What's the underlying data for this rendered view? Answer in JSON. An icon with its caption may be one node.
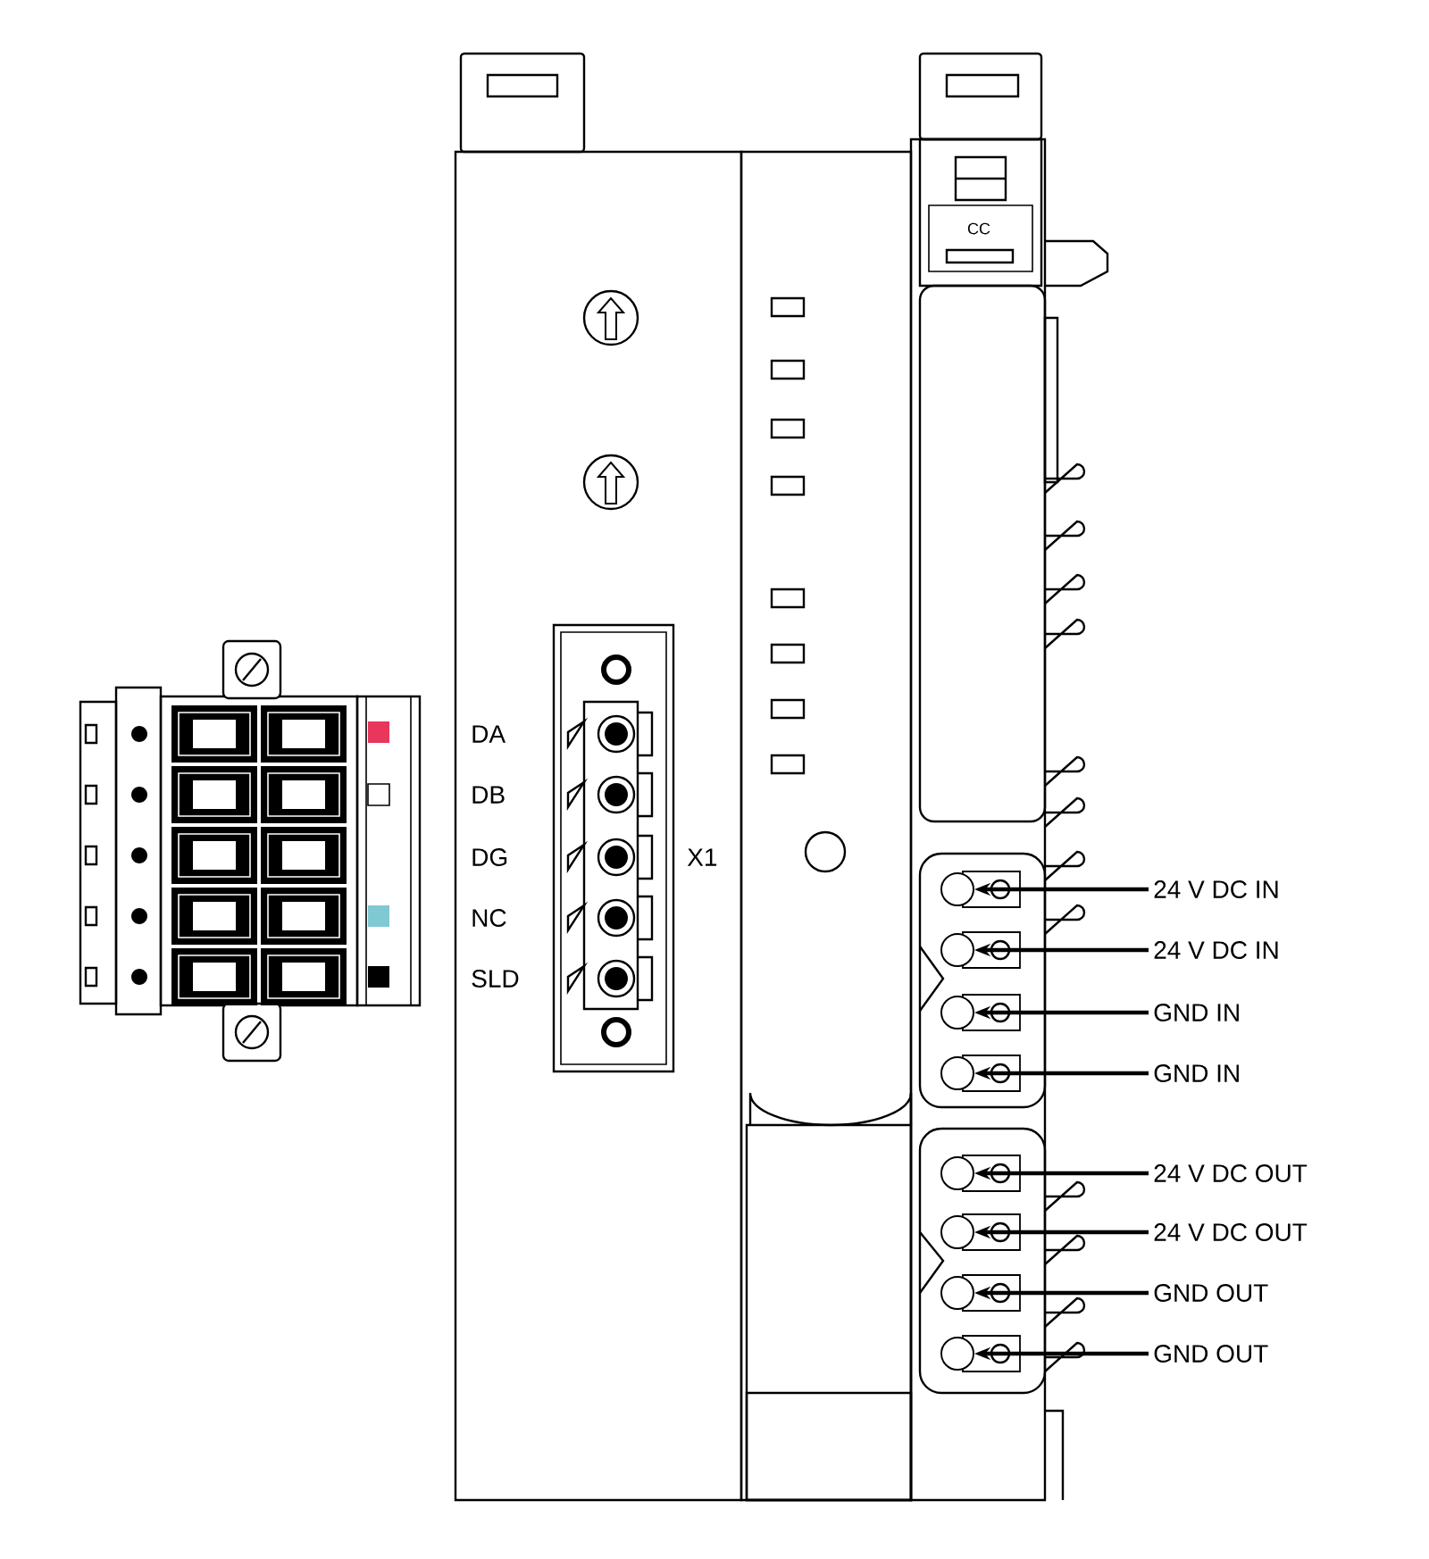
{
  "diagram": {
    "nodes": [
      {
        "text": [
          "24 V DC IN"
        ]
      },
      {
        "text": [
          "24 V DC IN"
        ]
      },
      {
        "text": [
          "GND IN"
        ]
      },
      {
        "text": [
          "GND IN"
        ]
      },
      {
        "text": [
          "24 V DC OUT"
        ]
      },
      {
        "text": [
          "24 V DC OUT"
        ]
      },
      {
        "text": [
          "GND OUT"
        ]
      },
      {
        "text": [
          "GND OUT"
        ]
      },
      {
        "text": [],
        "shape": "circle"
      },
      {
        "text": [],
        "shape": "circle"
      },
      {
        "text": [],
        "shape": "circle"
      },
      {
        "text": [],
        "shape": "circle"
      },
      {
        "text": [],
        "shape": "circle"
      },
      {
        "text": [],
        "shape": "circle"
      },
      {
        "text": [],
        "shape": "circle"
      },
      {
        "text": [],
        "shape": "circle"
      }
    ],
    "edges": [
      {
        "from": 0,
        "to": 8,
        "arrow": "to"
      },
      {
        "from": 1,
        "to": 9,
        "arrow": "to"
      },
      {
        "from": 2,
        "to": 10,
        "arrow": "to"
      },
      {
        "from": 3,
        "to": 11,
        "arrow": "to"
      },
      {
        "from": 4,
        "to": 12,
        "arrow": "to"
      },
      {
        "from": 5,
        "to": 13,
        "arrow": "to"
      },
      {
        "from": 6,
        "to": 14,
        "arrow": "to"
      },
      {
        "from": 7,
        "to": 15,
        "arrow": "to"
      }
    ],
    "labels": [
      "CC",
      "DA",
      "DB",
      "DG",
      "X1",
      "NC",
      "SLD"
    ]
  }
}
